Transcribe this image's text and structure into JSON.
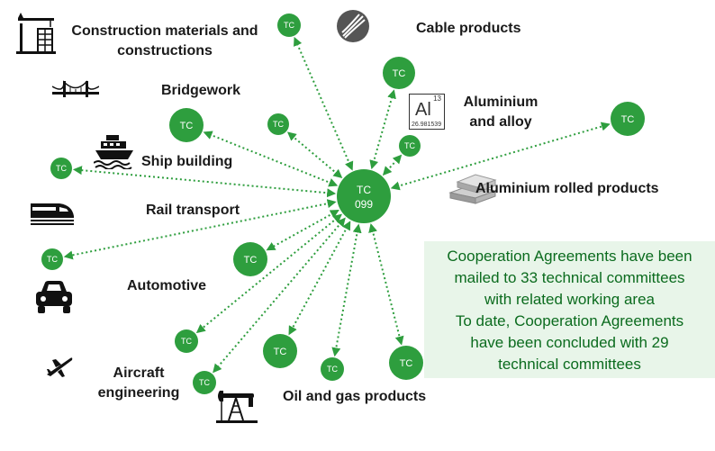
{
  "hub": {
    "line1": "TC",
    "line2": "099",
    "color": "#2e9e3e"
  },
  "nodes": [
    {
      "id": "n1",
      "label": "TC"
    },
    {
      "id": "n2",
      "label": "TC"
    },
    {
      "id": "n3",
      "label": "TC"
    },
    {
      "id": "n4",
      "label": "TC"
    },
    {
      "id": "n5",
      "label": "TC"
    },
    {
      "id": "n6",
      "label": "TC"
    },
    {
      "id": "n7",
      "label": "TC"
    },
    {
      "id": "n8",
      "label": "TC"
    },
    {
      "id": "n9",
      "label": "TC"
    },
    {
      "id": "n10",
      "label": "TC"
    },
    {
      "id": "n11",
      "label": "TC"
    },
    {
      "id": "n12",
      "label": "TC"
    },
    {
      "id": "n13",
      "label": "TC"
    },
    {
      "id": "n14",
      "label": "TC"
    }
  ],
  "labels": {
    "construction_1": "Construction materials and",
    "construction_2": "constructions",
    "cable": "Cable products",
    "bridgework": "Bridgework",
    "aluminium_1": "Aluminium",
    "aluminium_2": "and alloy",
    "ship": "Ship building",
    "rolled": "Aluminium rolled products",
    "rail": "Rail transport",
    "automotive": "Automotive",
    "aircraft_1": "Aircraft",
    "aircraft_2": "engineering",
    "oil": "Oil and gas products"
  },
  "element_tile": {
    "number": "13",
    "symbol": "Al",
    "mass": "26.981539"
  },
  "note": {
    "line1": "Cooperation Agreements have been",
    "line2": "mailed to 33 technical committees",
    "line3": "with related working area",
    "line4": "To date, Cooperation Agreements",
    "line5": "have been concluded with 29",
    "line6": "technical committees"
  },
  "colors": {
    "node": "#2e9e3e",
    "connector": "#2e9e3e",
    "note_bg": "#e8f5e9",
    "note_text": "#0b6b1e"
  }
}
